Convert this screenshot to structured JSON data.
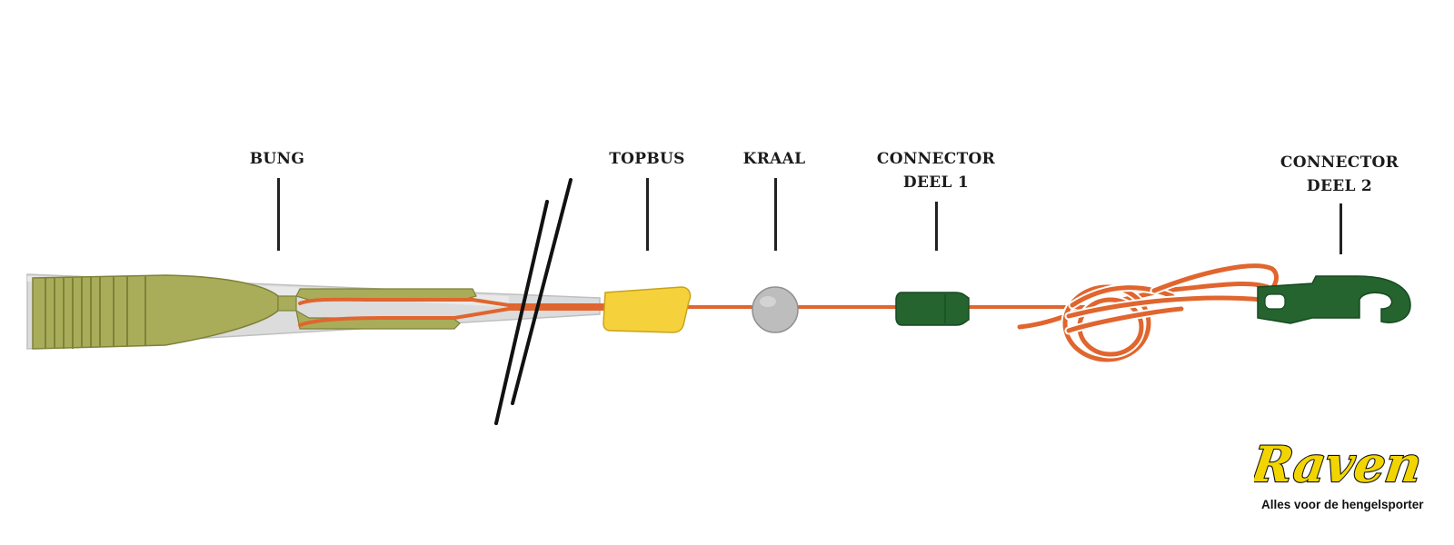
{
  "labels": {
    "bung": "BUNG",
    "topbus": "TOPBUS",
    "kraal": "KRAAL",
    "connector1_line1": "CONNECTOR",
    "connector1_line2": "DEEL 1",
    "connector2_line1": "CONNECTOR",
    "connector2_line2": "DEEL 2"
  },
  "brand": {
    "name": "Raven",
    "tagline": "Alles voor de hengelsporter"
  },
  "colors": {
    "elastic": "#e0652e",
    "bung": "#a9ad5a",
    "bung_dark": "#8d9245",
    "tube": "#d9d9d9",
    "topbus": "#f5d23c",
    "kraal": "#bdbdbd",
    "connector": "#25632f",
    "brand_yellow": "#f2d500"
  }
}
